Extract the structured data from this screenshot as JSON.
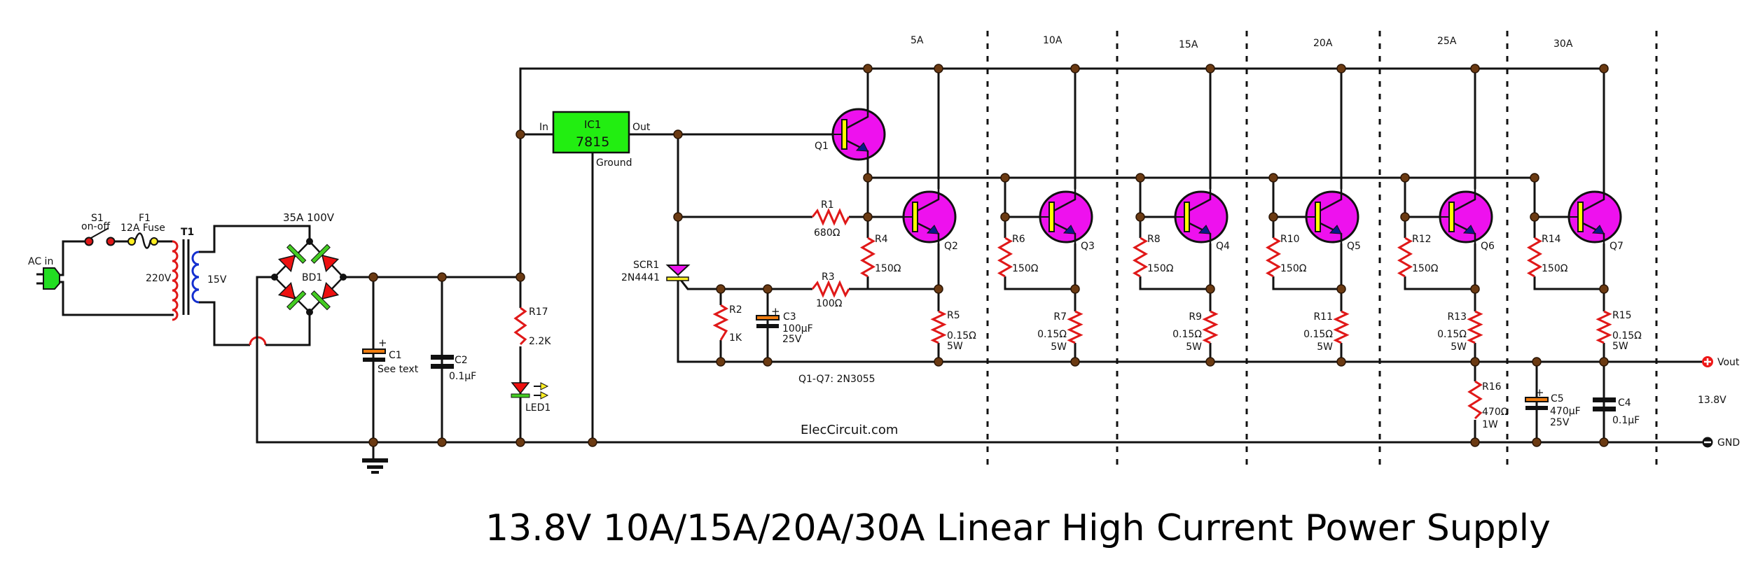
{
  "title": "13.8V 10A/15A/20A/30A Linear High Current Power Supply",
  "watermark": "ElecCircuit.com",
  "note": "Q1-Q7: 2N3055",
  "colors": {
    "wire": "#111111",
    "node": "#6b3a12",
    "resistor": "#e01818",
    "transistor": "#ee11ee",
    "ic": "#22ee11",
    "plug": "#22dd22",
    "primary_coil": "#e01818",
    "secondary_coil": "#1530d0",
    "diode": "#ee1010",
    "diode_bar": "#44cc22",
    "electrolytic_plate": "#f07d10"
  },
  "input": {
    "ac_in": "AC in",
    "switch": {
      "ref": "S1",
      "value": "on-off"
    },
    "fuse": {
      "ref": "F1",
      "value": "12A Fuse"
    },
    "transformer": {
      "ref": "T1",
      "primary": "220V",
      "secondary": "15V"
    },
    "bridge": {
      "ref": "BD1",
      "rating": "35A 100V"
    }
  },
  "filter": {
    "c1": {
      "ref": "C1",
      "value": "See text",
      "polarity": "+"
    },
    "c2": {
      "ref": "C2",
      "value": "0.1µF"
    },
    "r17": {
      "ref": "R17",
      "value": "2.2K"
    },
    "led1": {
      "ref": "LED1"
    }
  },
  "regulator": {
    "ref": "IC1",
    "part": "7815",
    "pin_in": "In",
    "pin_out": "Out",
    "pin_gnd": "Ground"
  },
  "protection": {
    "scr": {
      "ref": "SCR1",
      "part": "2N4441"
    },
    "r1": {
      "ref": "R1",
      "value": "680Ω"
    },
    "r2": {
      "ref": "R2",
      "value": "1K"
    },
    "r3": {
      "ref": "R3",
      "value": "100Ω"
    },
    "c3": {
      "ref": "C3",
      "value": "100µF",
      "voltage": "25V",
      "polarity": "+"
    }
  },
  "driver": {
    "ref": "Q1"
  },
  "stages": [
    {
      "current": "5A",
      "transistor": "Q2",
      "base_res": {
        "ref": "R4",
        "value": "150Ω"
      },
      "emitter_res": {
        "ref": "R5",
        "value": "0.15Ω",
        "power": "5W"
      }
    },
    {
      "current": "10A",
      "transistor": "Q3",
      "base_res": {
        "ref": "R6",
        "value": "150Ω"
      },
      "emitter_res": {
        "ref": "R7",
        "value": "0.15Ω",
        "power": "5W"
      }
    },
    {
      "current": "15A",
      "transistor": "Q4",
      "base_res": {
        "ref": "R8",
        "value": "150Ω"
      },
      "emitter_res": {
        "ref": "R9",
        "value": "0.15Ω",
        "power": "5W"
      }
    },
    {
      "current": "20A",
      "transistor": "Q5",
      "base_res": {
        "ref": "R10",
        "value": "150Ω"
      },
      "emitter_res": {
        "ref": "R11",
        "value": "0.15Ω",
        "power": "5W"
      }
    },
    {
      "current": "25A",
      "transistor": "Q6",
      "base_res": {
        "ref": "R12",
        "value": "150Ω"
      },
      "emitter_res": {
        "ref": "R13",
        "value": "0.15Ω",
        "power": "5W"
      }
    },
    {
      "current": "30A",
      "transistor": "Q7",
      "base_res": {
        "ref": "R14",
        "value": "150Ω"
      },
      "emitter_res": {
        "ref": "R15",
        "value": "0.15Ω",
        "power": "5W"
      }
    }
  ],
  "output": {
    "r16": {
      "ref": "R16",
      "value": "470Ω",
      "power": "1W"
    },
    "c5": {
      "ref": "C5",
      "value": "470µF",
      "voltage": "25V",
      "polarity": "+"
    },
    "c4": {
      "ref": "C4",
      "value": "0.1µF"
    },
    "vout": "Vout",
    "gnd": "GND",
    "voltage": "13.8V"
  }
}
